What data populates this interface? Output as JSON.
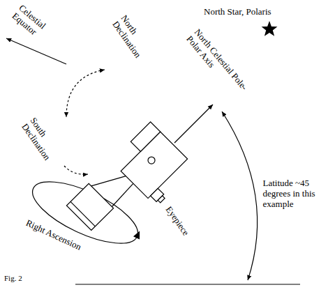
{
  "diagram": {
    "caption": "Fig. 2",
    "labels": [
      "North Star, Polaris",
      "Celestial Equator",
      "North Declination",
      "North Celestial Pole- Polar Axis",
      "South Declination",
      "Latitude ~45 degrees in this example",
      "Right Ascension",
      "Eyepiece"
    ]
  }
}
